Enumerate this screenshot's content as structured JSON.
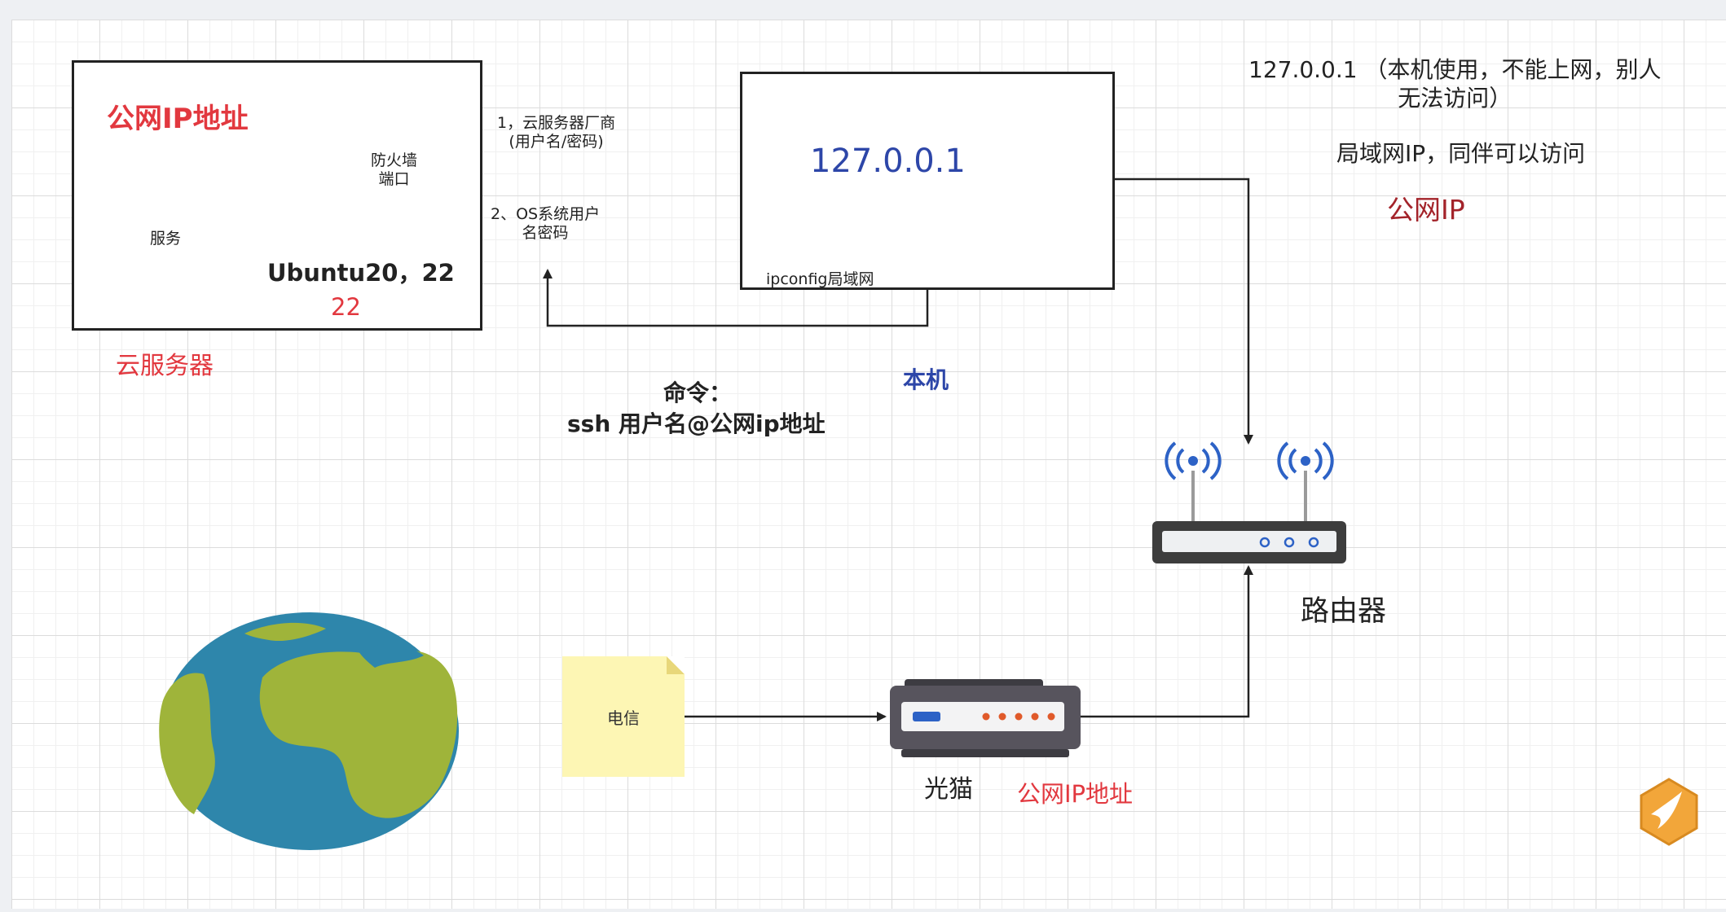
{
  "cloud_server": {
    "title": "公网IP地址",
    "firewall_label": "防火墙\n端口",
    "service_label": "服务",
    "os_port_label": "Ubuntu20，22",
    "port_label": "22",
    "caption": "云服务器"
  },
  "login_steps": {
    "step1": "1，云服务器厂商\n(用户名/密码)",
    "step2": "2、OS系统用户\n名密码"
  },
  "local_machine": {
    "ip": "127.0.0.1",
    "lan_label": "ipconfig局域网",
    "caption": "本机"
  },
  "command": {
    "line1": "命令：",
    "line2": "ssh 用户名@公网ip地址"
  },
  "notes": {
    "loopback": "127.0.0.1 （本机使用，不能上网，别人\n无法访问）",
    "lan": "局域网IP，同伴可以访问",
    "public": "公网IP"
  },
  "router": {
    "caption": "路由器"
  },
  "modem": {
    "caption": "光猫",
    "ip_label": "公网IP地址"
  },
  "isp": {
    "label": "电信"
  },
  "colors": {
    "accent_red": "#e2383f",
    "accent_blue": "#2d46a8",
    "globe_ocean": "#2e86ab",
    "globe_land": "#9fb43a",
    "sticky": "#fdf6b4"
  }
}
